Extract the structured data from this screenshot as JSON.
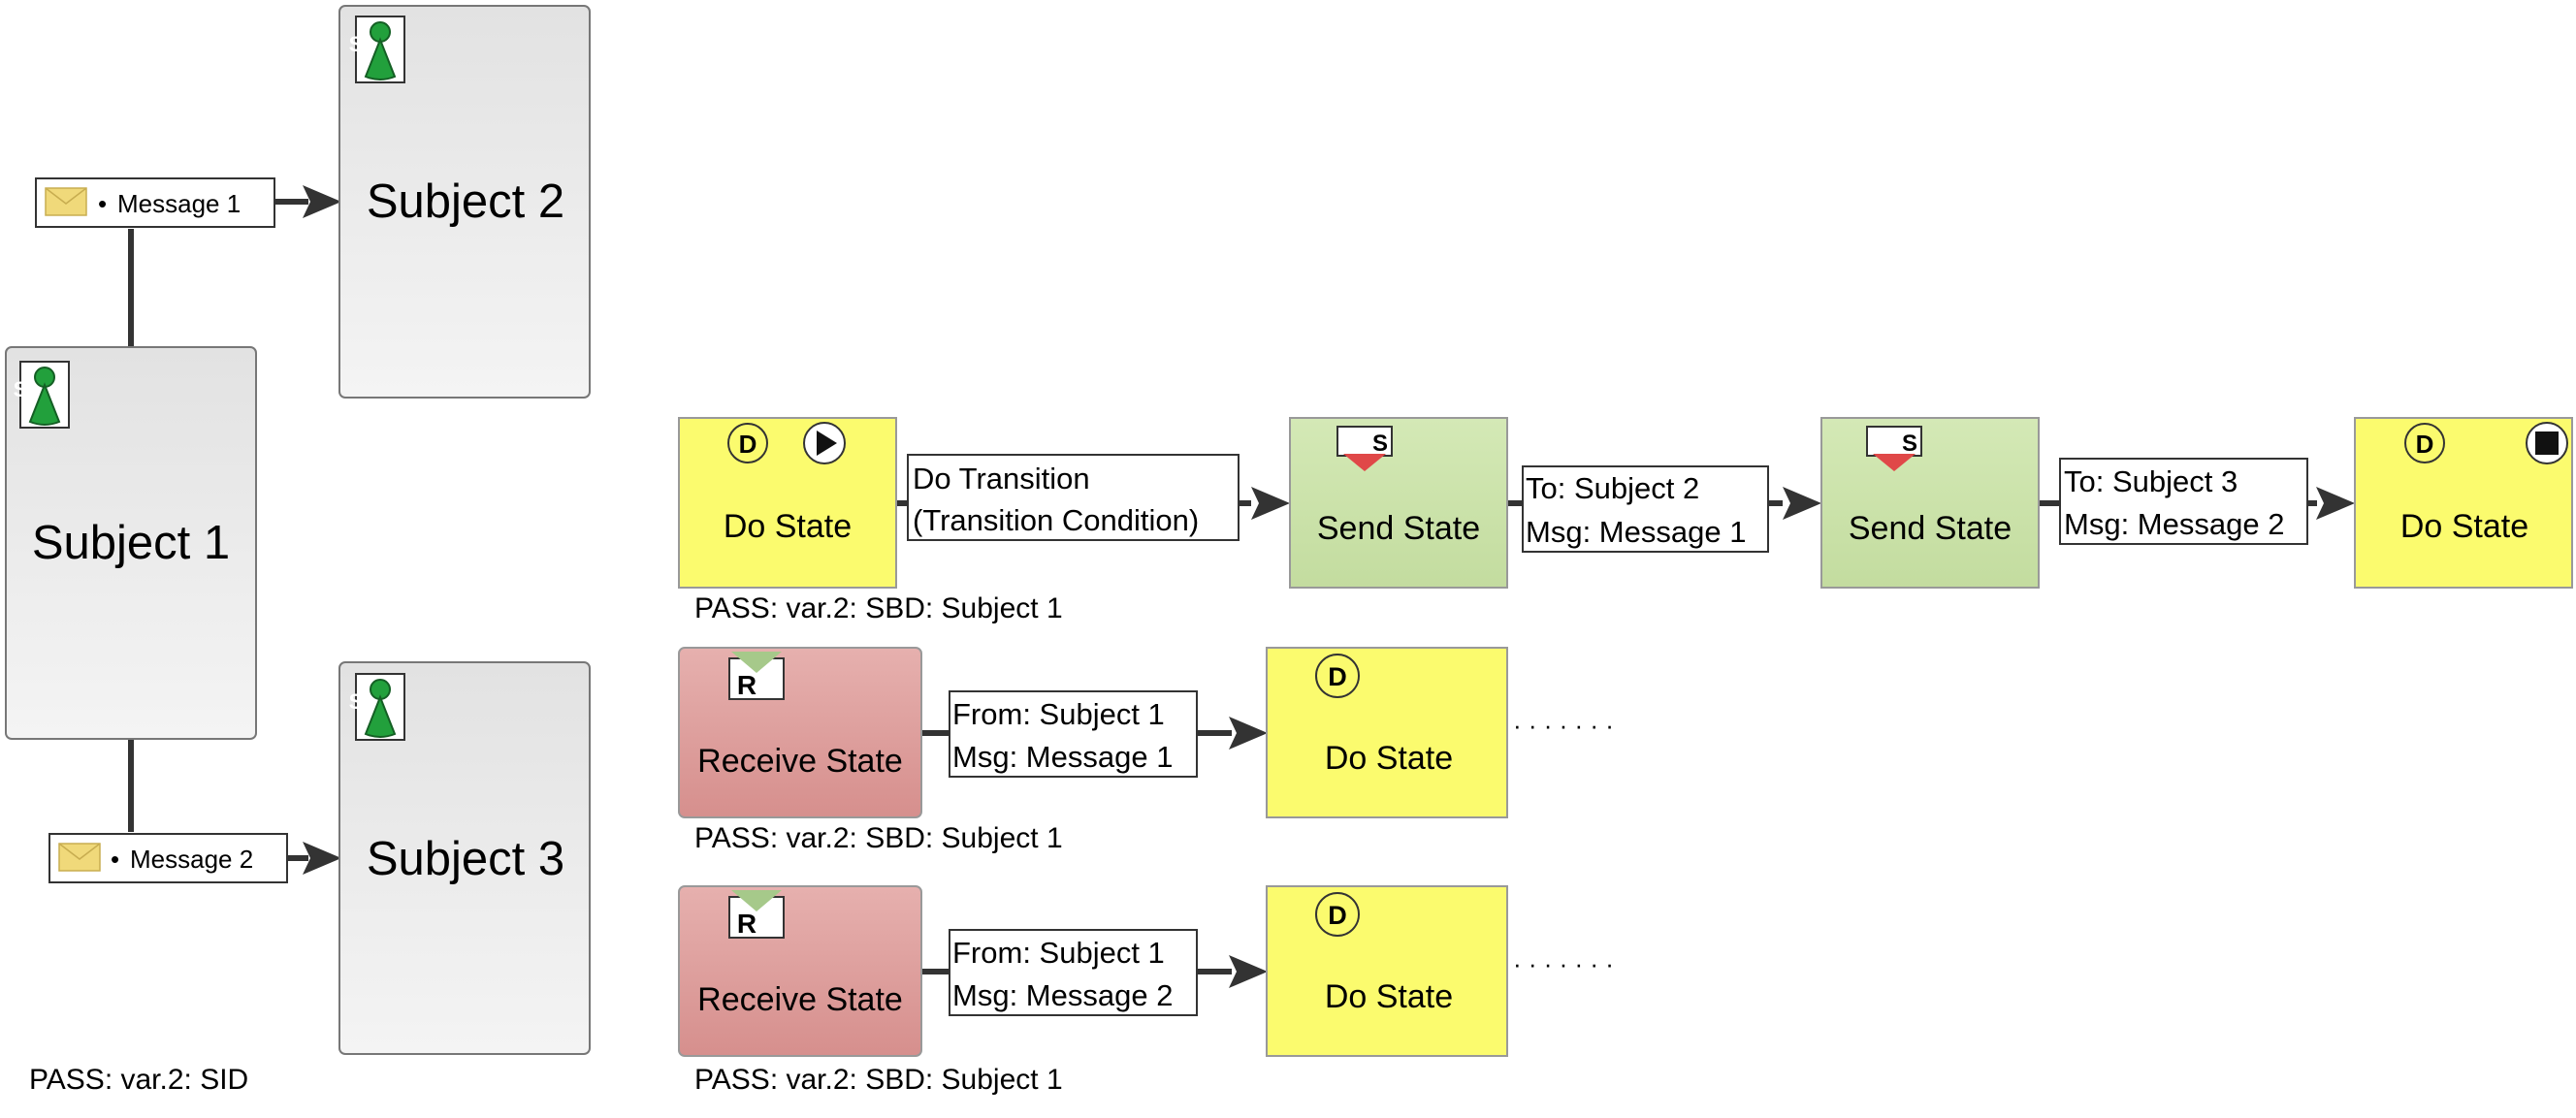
{
  "sid": {
    "subjects": [
      "Subject 1",
      "Subject 2",
      "Subject 3"
    ],
    "messages": [
      "Message 1",
      "Message 2"
    ],
    "bullet": "•",
    "caption": "PASS: var.2: SID",
    "icon_letter": "S"
  },
  "sbd": {
    "row1": {
      "states": [
        "Do State",
        "Send State",
        "Send State",
        "Do State"
      ],
      "transition": [
        "Do Transition",
        "(Transition Condition)"
      ],
      "send1": [
        "To: Subject 2",
        "Msg: Message 1"
      ],
      "send2": [
        "To: Subject 3",
        "Msg: Message 2"
      ],
      "caption": "PASS: var.2: SBD: Subject 1"
    },
    "row2": {
      "states": [
        "Receive State",
        "Do State"
      ],
      "receive": [
        "From: Subject 1",
        "Msg: Message 1"
      ],
      "caption": "PASS: var.2: SBD: Subject 1"
    },
    "row3": {
      "states": [
        "Receive State",
        "Do State"
      ],
      "receive": [
        "From: Subject 1",
        "Msg: Message 2"
      ],
      "caption": "PASS: var.2: SBD: Subject 1"
    },
    "do_icon": "D",
    "send_icon": "S",
    "receive_icon": "R",
    "continuation": "· · · · · · ·"
  },
  "colors": {
    "subject_fill": "#e6e6e6",
    "do_fill": "#fbfb6e",
    "send_fill": "#cfe6b0",
    "receive_fill": "#dea1a1",
    "subject_icon_green": "#22a03c",
    "send_icon_red": "#e04848",
    "receive_icon_green": "#a6c98a",
    "envelope": "#f0d97a",
    "line": "#333333"
  }
}
